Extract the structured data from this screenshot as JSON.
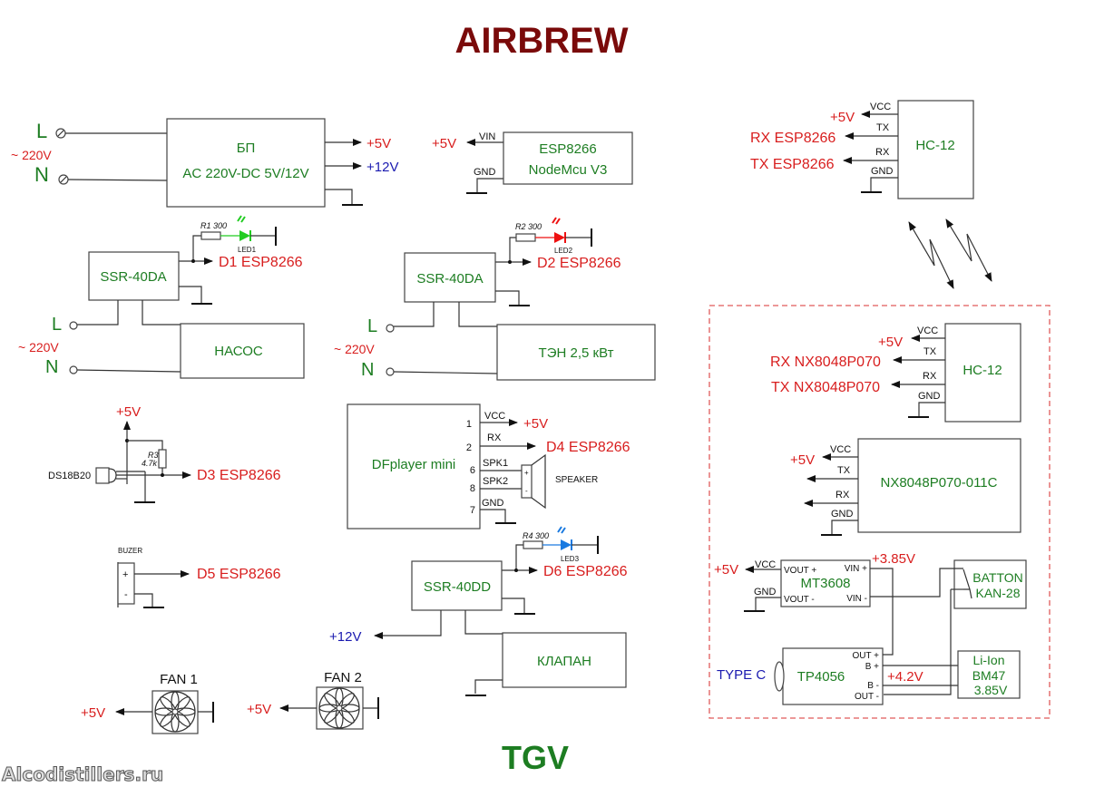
{
  "title": "AIRBREW",
  "footer": {
    "brand": "TGV",
    "watermark": "Alcodistillers.ru"
  },
  "psu": {
    "name": "БП",
    "spec": "AC 220V-DC 5V/12V",
    "in_l": "L",
    "in_n": "N",
    "mains": "~ 220V",
    "out_5v": "+5V",
    "out_12v": "+12V"
  },
  "esp": {
    "name": "ESP8266",
    "model": "NodeMcu V3",
    "vin": "VIN",
    "gnd": "GND",
    "supply": "+5V"
  },
  "ssr1": {
    "name": "SSR-40DA",
    "resistor": "R1 300",
    "led": "LED1",
    "signal": "D1 ESP8266",
    "led_color": "#22cc22",
    "l": "L",
    "n": "N",
    "mains": "~ 220V",
    "load": "НАСОС"
  },
  "ssr2": {
    "name": "SSR-40DA",
    "resistor": "R2 300",
    "led": "LED2",
    "signal": "D2 ESP8266",
    "led_color": "#ee1111",
    "l": "L",
    "n": "N",
    "mains": "~ 220V",
    "load": "ТЭН 2,5 кВт"
  },
  "ds18b20": {
    "name": "DS18B20",
    "supply": "+5V",
    "resistor": "R3",
    "resistor_value": "4.7k",
    "signal": "D3 ESP8266"
  },
  "dfplayer": {
    "name": "DFplayer mini",
    "pins": [
      {
        "num": "1",
        "label": "VCC"
      },
      {
        "num": "2",
        "label": "RX"
      },
      {
        "num": "6",
        "label": "SPK1"
      },
      {
        "num": "8",
        "label": "SPK2"
      },
      {
        "num": "7",
        "label": "GND"
      }
    ],
    "vcc_target": "+5V",
    "rx_target": "D4 ESP8266",
    "speaker": "SPEAKER",
    "spk_plus": "+",
    "spk_minus": "-"
  },
  "buzzer": {
    "name": "BUZER",
    "plus": "+",
    "minus": "-",
    "signal": "D5 ESP8266"
  },
  "ssr3": {
    "name": "SSR-40DD",
    "resistor": "R4 300",
    "led": "LED3",
    "signal": "D6 ESP8266",
    "led_color": "#1a7ae0",
    "supply": "+12V",
    "load": "КЛАПАН"
  },
  "fans": [
    {
      "name": "FAN 1",
      "supply": "+5V"
    },
    {
      "name": "FAN 2",
      "supply": "+5V"
    }
  ],
  "hc12_top": {
    "name": "HC-12",
    "vcc": "VCC",
    "tx": "TX",
    "rx": "RX",
    "gnd": "GND",
    "vcc_target": "+5V",
    "tx_target": "RX ESP8266",
    "rx_target": "TX ESP8266"
  },
  "remote": {
    "hc12": {
      "name": "HC-12",
      "vcc": "VCC",
      "tx": "TX",
      "rx": "RX",
      "gnd": "GND",
      "vcc_target": "+5V",
      "tx_target": "RX NX8048P070",
      "rx_target": "TX NX8048P070"
    },
    "display": {
      "name": "NX8048P070-011C",
      "vcc": "VCC",
      "tx": "TX",
      "rx": "RX",
      "gnd": "GND",
      "vcc_target": "+5V"
    },
    "boost": {
      "name": "MT3608",
      "vout_p": "VOUT +",
      "vout_n": "VOUT -",
      "vin_p": "VIN +",
      "vin_n": "VIN -",
      "vcc": "VCC",
      "gnd": "GND",
      "out_target": "+5V",
      "vin_voltage": "+3.85V"
    },
    "button": {
      "name": "BATTON",
      "model": "KAN-28"
    },
    "charger": {
      "name": "TP4056",
      "out_p": "OUT +",
      "b_p": "B +",
      "b_n": "B -",
      "out_n": "OUT -",
      "input": "TYPE C",
      "bat_voltage": "+4.2V"
    },
    "battery": {
      "type": "Li-Ion",
      "model": "BM47",
      "voltage": "3.85V"
    }
  }
}
